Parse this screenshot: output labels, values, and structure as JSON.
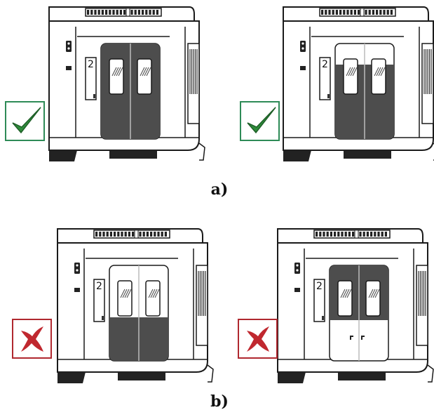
{
  "figure": {
    "caption_a": "a)",
    "caption_b": "b)"
  },
  "colors": {
    "door_dark": "#4d4d4d",
    "outline": "#1a1a1a",
    "check_green": "#2e8b3a",
    "check_border": "#2e8b57",
    "cross_red": "#c0282f",
    "cross_border": "#b0282f"
  },
  "panels": [
    {
      "id": "a-left",
      "group": "a",
      "car_number": "2",
      "door_fill": "full",
      "verdict": "correct",
      "verdict_icon": "checkmark-icon"
    },
    {
      "id": "a-right",
      "group": "a",
      "car_number": "2",
      "door_fill": "bottom",
      "verdict": "correct",
      "verdict_icon": "checkmark-icon"
    },
    {
      "id": "b-left",
      "group": "b",
      "car_number": "2",
      "door_fill": "bottom-low",
      "verdict": "incorrect",
      "verdict_icon": "cross-icon"
    },
    {
      "id": "b-right",
      "group": "b",
      "car_number": "2",
      "door_fill": "top",
      "verdict": "incorrect",
      "verdict_icon": "cross-icon"
    }
  ]
}
